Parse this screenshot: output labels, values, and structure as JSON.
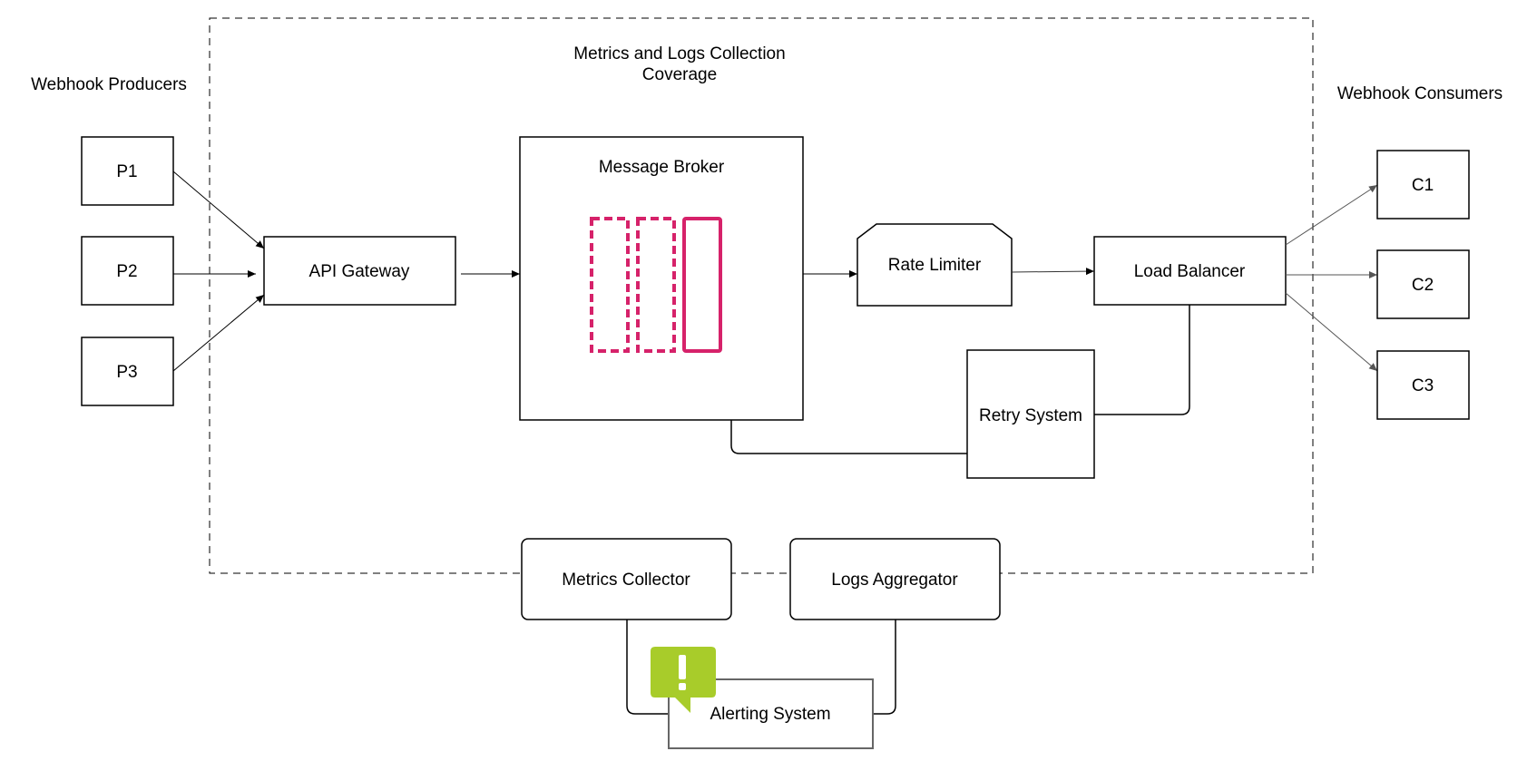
{
  "labels": {
    "producers_title": "Webhook Producers",
    "consumers_title": "Webhook Consumers",
    "coverage_title_line1": "Metrics and Logs Collection",
    "coverage_title_line2": "Coverage"
  },
  "producers": [
    "P1",
    "P2",
    "P3"
  ],
  "consumers": [
    "C1",
    "C2",
    "C3"
  ],
  "nodes": {
    "api_gateway": "API Gateway",
    "message_broker": "Message Broker",
    "rate_limiter": "Rate Limiter",
    "load_balancer": "Load Balancer",
    "retry_system": "Retry System",
    "metrics_collector": "Metrics Collector",
    "logs_aggregator": "Logs Aggregator",
    "alerting_system": "Alerting System"
  },
  "colors": {
    "queue_accent": "#d6226a",
    "alert_icon": "#a8cc2a",
    "stroke": "#000000",
    "arrow_grey": "#555555"
  },
  "icons": {
    "alert": "exclamation-speech-bubble-icon",
    "queue": "message-queue-icon"
  }
}
